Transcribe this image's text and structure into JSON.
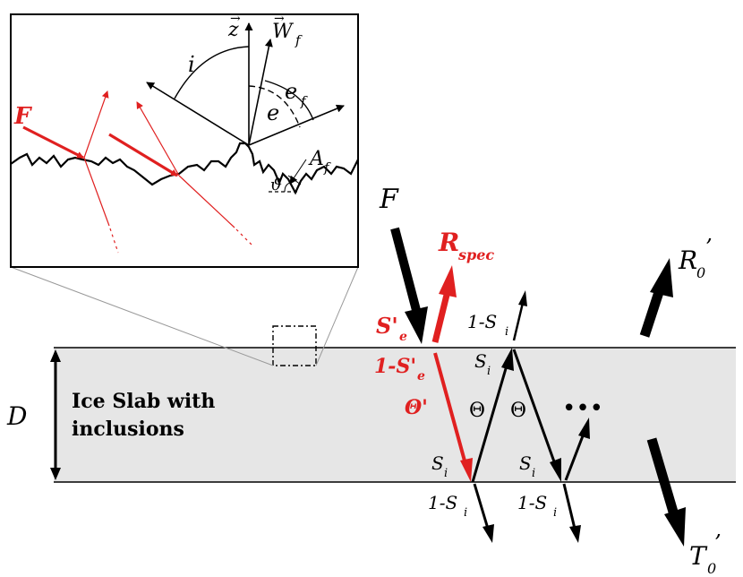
{
  "colors": {
    "red": "#e02020",
    "slab_fill": "#e6e6e6",
    "black": "#000000"
  },
  "slab": {
    "label_line1": "Ice Slab with",
    "label_line2": "inclusions",
    "thickness_label": "D"
  },
  "inset": {
    "z_label": "z",
    "wf_label": "W",
    "wf_sub": "f",
    "i_label": "i",
    "e_label": "e",
    "ef_label": "e",
    "ef_sub": "f",
    "af_label": "A",
    "af_sub": "f",
    "theta_label": "ϑ",
    "f_label": "F"
  },
  "main": {
    "f_label": "F",
    "rspec_label": "R",
    "rspec_sub": "spec",
    "se_label": "S'",
    "se_sub": "e",
    "one_minus_se_label": "1-S'",
    "one_minus_se_sub": "e",
    "theta_prime_label": "Θ'",
    "theta1_label": "Θ",
    "theta2_label": "Θ",
    "dots": "•••",
    "r0_label": "R",
    "r0_sub": "0",
    "r0_prime": "’",
    "t0_label": "T",
    "t0_sub": "0",
    "t0_prime": "’",
    "one_minus_si_top": "1-S",
    "one_minus_si_top_sub": "i",
    "si_top": "S",
    "si_top_sub": "i",
    "si_bot1": "S",
    "si_bot1_sub": "i",
    "si_bot2": "S",
    "si_bot2_sub": "i",
    "one_minus_si_bot1": "1-S",
    "one_minus_si_bot1_sub": "i",
    "one_minus_si_bot2": "1-S",
    "one_minus_si_bot2_sub": "i"
  }
}
